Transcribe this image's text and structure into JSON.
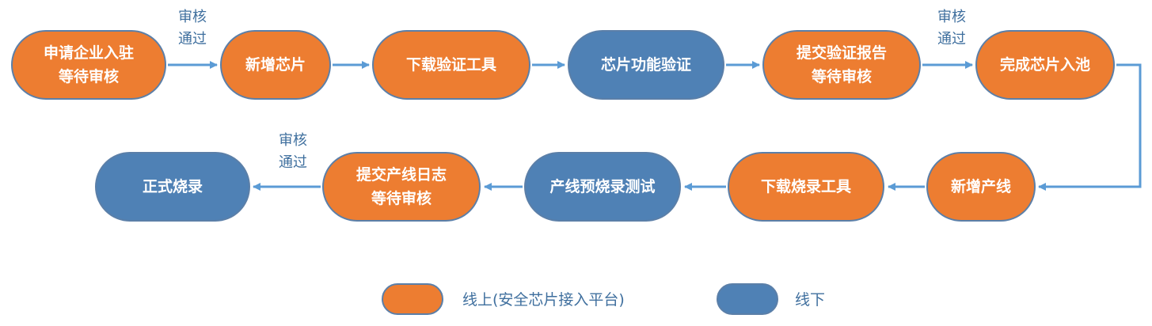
{
  "colors": {
    "online": "#ed7d31",
    "offline": "#4f81b5",
    "arrow": "#5b9bd5",
    "label": "#3f6f9e"
  },
  "nodes": {
    "apply_enterprise": {
      "text": "申请企业入驻\n等待审核",
      "kind": "online"
    },
    "add_chip": {
      "text": "新增芯片",
      "kind": "online"
    },
    "download_verify_tool": {
      "text": "下载验证工具",
      "kind": "online"
    },
    "chip_function_verify": {
      "text": "芯片功能验证",
      "kind": "offline"
    },
    "submit_verify_report": {
      "text": "提交验证报告\n等待审核",
      "kind": "online"
    },
    "chip_into_pool": {
      "text": "完成芯片入池",
      "kind": "online"
    },
    "add_production_line": {
      "text": "新增产线",
      "kind": "online"
    },
    "download_burn_tool": {
      "text": "下载烧录工具",
      "kind": "online"
    },
    "line_preburn_test": {
      "text": "产线预烧录测试",
      "kind": "offline"
    },
    "submit_line_log": {
      "text": "提交产线日志\n等待审核",
      "kind": "online"
    },
    "formal_burn": {
      "text": "正式烧录",
      "kind": "offline"
    }
  },
  "edge_labels": {
    "approved_1": "审核\n通过",
    "approved_2": "审核\n通过",
    "approved_3": "审核\n通过"
  },
  "legend": {
    "online_label": "线上(安全芯片接入平台)",
    "offline_label": "线下"
  }
}
